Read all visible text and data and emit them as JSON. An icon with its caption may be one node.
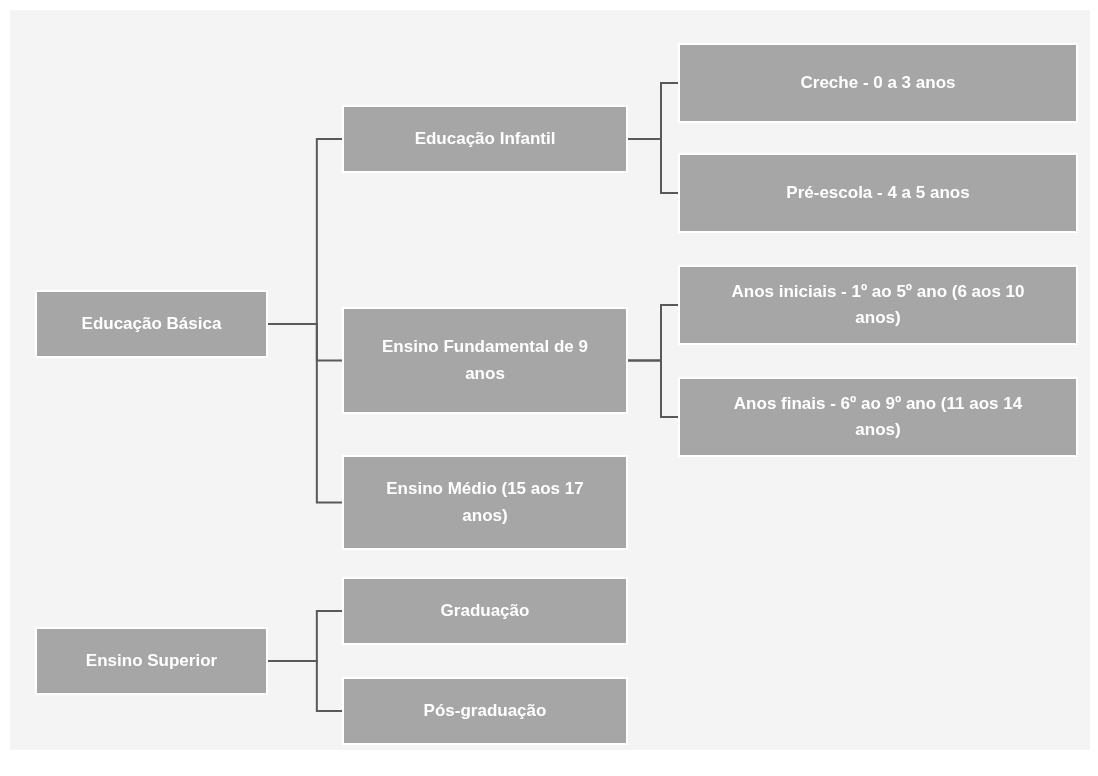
{
  "diagram": {
    "nodes": [
      {
        "text": [
          "Educação Básica"
        ]
      },
      {
        "text": [
          "Educação Infantil"
        ]
      },
      {
        "text": [
          "Creche - 0 a 3 anos"
        ]
      },
      {
        "text": [
          "Pré-escola - 4 a 5 anos"
        ]
      },
      {
        "text": [
          "Ensino Fundamental de 9 anos"
        ]
      },
      {
        "text": [
          "Anos iniciais - 1º ao 5º ano (6 aos 10 anos)"
        ]
      },
      {
        "text": [
          "Anos finais - 6º ao 9º ano (11 aos 14 anos)"
        ]
      },
      {
        "text": [
          "Ensino Médio (15 aos 17 anos)"
        ]
      },
      {
        "text": [
          "Ensino Superior"
        ]
      },
      {
        "text": [
          "Graduação"
        ]
      },
      {
        "text": [
          "Pós-graduação"
        ]
      }
    ],
    "edges": [
      {
        "from": 0,
        "to": 1,
        "arrow": "none"
      },
      {
        "from": 0,
        "to": 4,
        "arrow": "none"
      },
      {
        "from": 0,
        "to": 7,
        "arrow": "none"
      },
      {
        "from": 1,
        "to": 2,
        "arrow": "none"
      },
      {
        "from": 1,
        "to": 3,
        "arrow": "none"
      },
      {
        "from": 4,
        "to": 5,
        "arrow": "none"
      },
      {
        "from": 4,
        "to": 6,
        "arrow": "none"
      },
      {
        "from": 8,
        "to": 9,
        "arrow": "none"
      },
      {
        "from": 8,
        "to": 10,
        "arrow": "none"
      }
    ]
  }
}
